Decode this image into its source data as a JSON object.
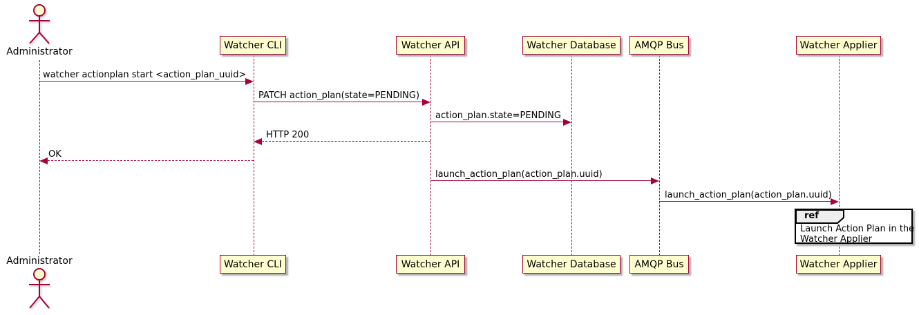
{
  "actor": {
    "name": "Administrator"
  },
  "participants": [
    {
      "name": "Watcher CLI"
    },
    {
      "name": "Watcher API"
    },
    {
      "name": "Watcher Database"
    },
    {
      "name": "AMQP Bus"
    },
    {
      "name": "Watcher Applier"
    }
  ],
  "messages": [
    {
      "from": "Administrator",
      "to": "Watcher CLI",
      "line_style": "solid",
      "text": "watcher actionplan start <action_plan_uuid>"
    },
    {
      "from": "Watcher CLI",
      "to": "Watcher API",
      "line_style": "solid",
      "text": "PATCH action_plan(state=PENDING)"
    },
    {
      "from": "Watcher API",
      "to": "Watcher Database",
      "line_style": "solid",
      "text": "action_plan.state=PENDING"
    },
    {
      "from": "Watcher API",
      "to": "Watcher CLI",
      "line_style": "dashed",
      "text": "HTTP 200"
    },
    {
      "from": "Watcher CLI",
      "to": "Administrator",
      "line_style": "dashed",
      "text": "OK"
    },
    {
      "from": "Watcher API",
      "to": "AMQP Bus",
      "line_style": "solid",
      "text": "launch_action_plan(action_plan.uuid)"
    },
    {
      "from": "AMQP Bus",
      "to": "Watcher Applier",
      "line_style": "solid",
      "text": "launch_action_plan(action_plan.uuid)"
    }
  ],
  "ref": {
    "keyword": "ref",
    "line1": "Launch Action Plan in the",
    "line2": "Watcher Applier"
  },
  "colors": {
    "participant_fill": "#FEFECE",
    "line": "#A80036",
    "text": "#000000",
    "ref_tab_fill": "#EEEEEE",
    "ref_border": "#000000",
    "background": "#FFFFFF"
  }
}
